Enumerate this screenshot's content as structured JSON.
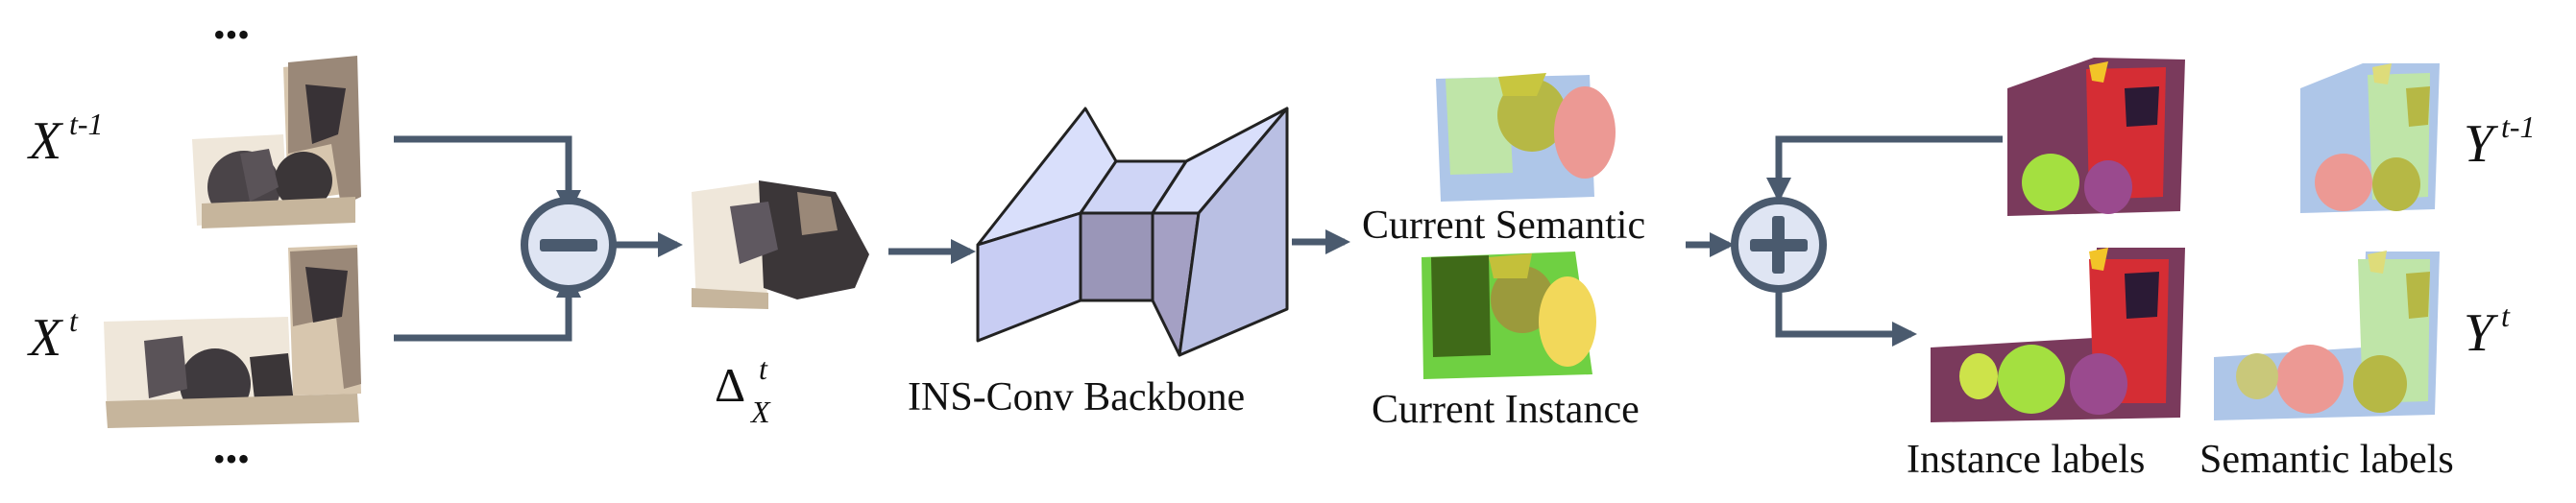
{
  "inputs": {
    "prev_symbol": "X",
    "prev_sup": "t-1",
    "curr_symbol": "X",
    "curr_sup": "t",
    "ellipsis_top": "•••",
    "ellipsis_bottom": "•••"
  },
  "delta": {
    "symbol": "Δ",
    "sup": "t",
    "sub": "X"
  },
  "ops": {
    "minus_glyph": "−",
    "plus_glyph": "+"
  },
  "backbone": {
    "label": "INS-Conv Backbone"
  },
  "outputs": {
    "semantic_label": "Current Semantic",
    "instance_label": "Current Instance"
  },
  "results": {
    "instance_labels": "Instance labels",
    "semantic_labels": "Semantic labels",
    "prev_symbol": "Y",
    "prev_sup": "t-1",
    "curr_symbol": "Y",
    "curr_sup": "t"
  },
  "colors": {
    "arrow": "#4a5a6e",
    "op_fill": "#dfe5f3",
    "backbone_light": "#d9dffb",
    "backbone_mid": "#b9bfe3",
    "backbone_dark": "#9a96b8",
    "semantic_wall": "#aec6e8",
    "semantic_floor": "#bfe5a8",
    "instance_wall": "#7a3a5c",
    "instance_red": "#d52d34"
  }
}
